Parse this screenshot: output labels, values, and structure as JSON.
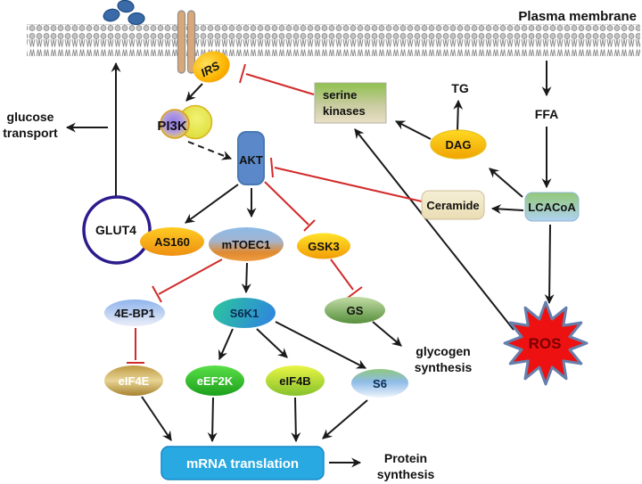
{
  "diagram": {
    "membrane_label": "Plasma membrane",
    "nodes": {
      "irs": "IRS",
      "pi3k": "PI3K",
      "akt": "AKT",
      "serine_kinases": [
        "serine",
        "kinases"
      ],
      "glut4": "GLUT4",
      "as160": "AS160",
      "mtoec1": "mTOEC1",
      "gsk3": "GSK3",
      "e4ebp1": "4E-BP1",
      "s6k1": "S6K1",
      "gs": "GS",
      "eif4e": "eIF4E",
      "eef2k": "eEF2K",
      "eif4b": "eIF4B",
      "s6": "S6",
      "mrna_translation": "mRNA translation",
      "dag": "DAG",
      "tg": "TG",
      "ffa": "FFA",
      "lcacoa": "LCACoA",
      "ceramide": "Ceramide",
      "ros": "ROS"
    },
    "labels": {
      "glucose_transport": [
        "glucose",
        "transport"
      ],
      "glycogen_synthesis": [
        "glycogen",
        "synthesis"
      ],
      "protein_synthesis": [
        "Protein",
        "synthesis"
      ]
    },
    "colors": {
      "inhibit_red": "#d22b2b",
      "arrow_black": "#1a1a1a",
      "mrna_box_blue": "#29a9e1",
      "mrna_box_border": "#1787c8",
      "ros_red": "#ee1111",
      "ros_border": "#6680ac",
      "akt_blue": "#5a88c8",
      "akt_border": "#4a78b4",
      "membrane_gray": "#c4c4c4",
      "receptor_tan": "#d9a878",
      "glut4_ring": "#2b1b8c",
      "glucose_dot_blue": "#3a6ba8"
    }
  }
}
